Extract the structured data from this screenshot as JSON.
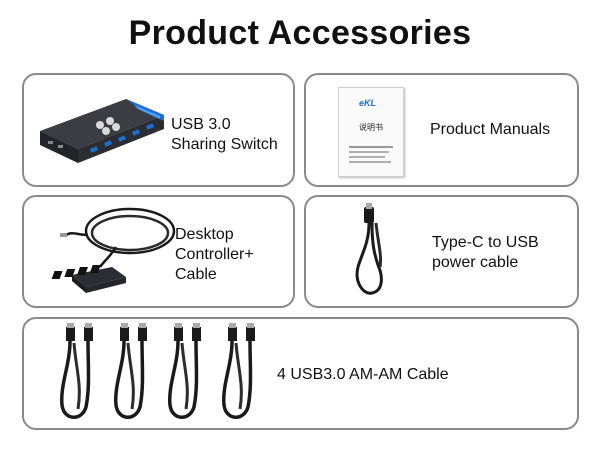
{
  "page": {
    "title": "Product  Accessories"
  },
  "items": [
    {
      "label": "USB 3.0\nSharing Switch",
      "icon": "usb-switch-icon"
    },
    {
      "label": "Product Manuals",
      "icon": "manual-icon",
      "manual_brand": "eKL",
      "manual_heading": "说明书"
    },
    {
      "label": "Desktop\nController+\nCable",
      "icon": "desktop-controller-icon"
    },
    {
      "label": "Type-C to USB\npower cable",
      "icon": "typec-cable-icon"
    },
    {
      "label": "4 USB3.0 AM-AM Cable",
      "icon": "usb-am-cable-icon"
    }
  ],
  "colors": {
    "card_border": "#8a8a8a",
    "device_body": "#2b2d33",
    "accent_blue": "#1f6fd1",
    "cable_black": "#1a1a1a"
  }
}
